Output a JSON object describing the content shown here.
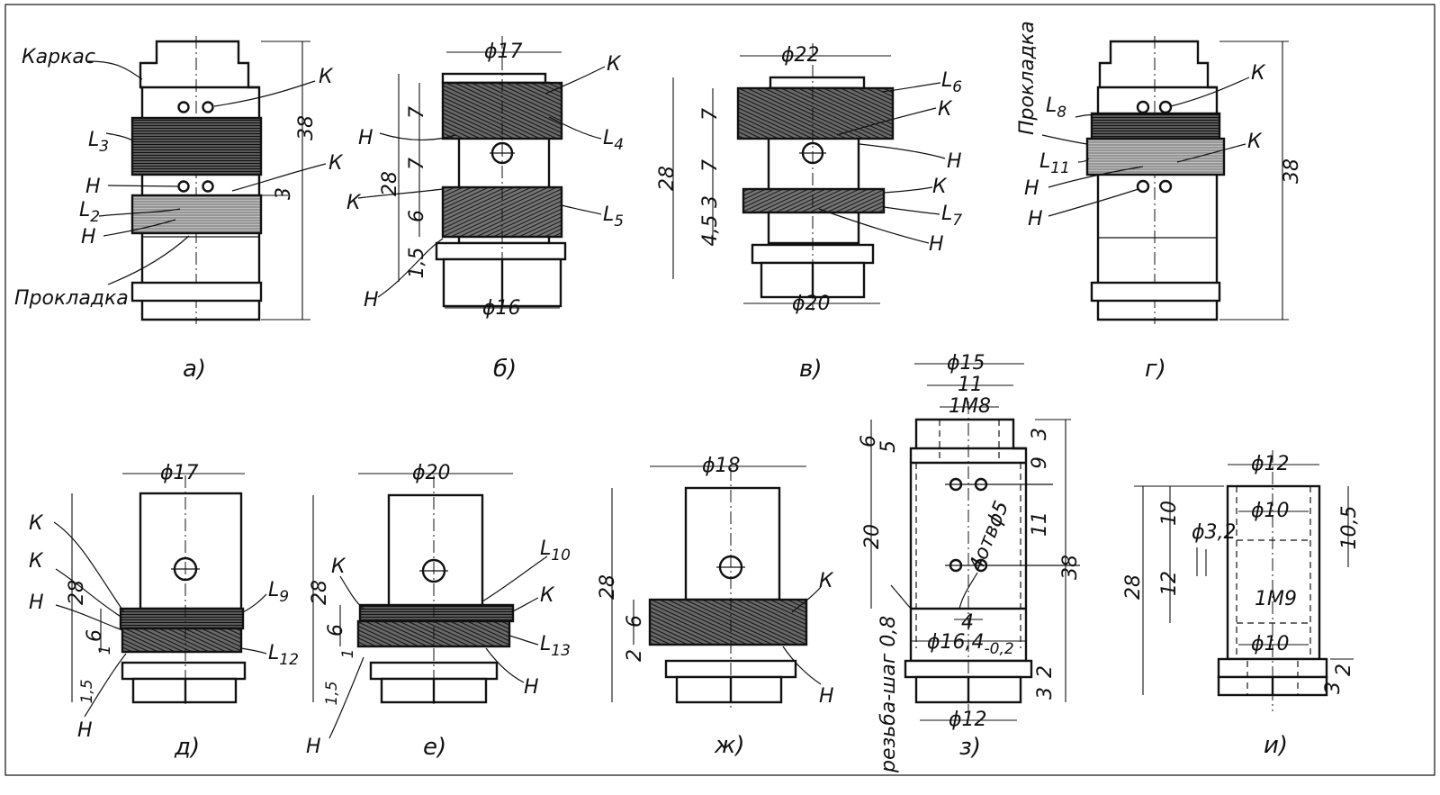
{
  "labels": {
    "karkas": "Каркас",
    "prokladka": "Прокладка",
    "K": "К",
    "H": "Н"
  },
  "captions": {
    "a": "а)",
    "b": "б)",
    "v": "в)",
    "g": "г)",
    "d": "д)",
    "e": "е)",
    "zh": "ж)",
    "z": "з)",
    "i": "и)"
  },
  "coils": {
    "L2": "L",
    "L2_sub": "2",
    "L3": "L",
    "L3_sub": "3",
    "L4": "L",
    "L4_sub": "4",
    "L5": "L",
    "L5_sub": "5",
    "L6": "L",
    "L6_sub": "6",
    "L7": "L",
    "L7_sub": "7",
    "L8": "L",
    "L8_sub": "8",
    "L9": "L",
    "L9_sub": "9",
    "L10": "L",
    "L10_sub": "10",
    "L11": "L",
    "L11_sub": "11",
    "L12": "L",
    "L12_sub": "12",
    "L13": "L",
    "L13_sub": "13"
  },
  "dims": {
    "a": {
      "h38": "38",
      "gap3": "3"
    },
    "b": {
      "d17": "ϕ17",
      "d16": "ϕ16",
      "h28": "28",
      "h7a": "7",
      "h7b": "7",
      "h6": "6",
      "h15": "1,5"
    },
    "v": {
      "d22": "ϕ22",
      "d20": "ϕ20",
      "h28": "28",
      "h7a": "7",
      "h7b": "7",
      "h3": "3",
      "h45": "4,5"
    },
    "g": {
      "h38": "38"
    },
    "d": {
      "d17": "ϕ17",
      "h28": "28",
      "h6": "6",
      "h1": "1",
      "h15": "1,5"
    },
    "e": {
      "d20": "ϕ20",
      "h28": "28",
      "h6": "6",
      "h1": "1",
      "h15": "1,5"
    },
    "zh": {
      "d18": "ϕ18",
      "h28": "28",
      "h6": "6",
      "h2": "2"
    },
    "z": {
      "d15": "ϕ15",
      "w11": "11",
      "m8": "1М8",
      "h6": "6",
      "h5": "5",
      "h3": "3",
      "h9": "9",
      "h20": "20",
      "h11": "11",
      "h38": "38",
      "holes": "4отвϕ5",
      "w4": "4",
      "d164": "ϕ16,4",
      "tol": "-0,2",
      "d12": "ϕ12",
      "h2": "2",
      "h3b": "3",
      "thread": "резьба-шаг 0,8"
    },
    "i": {
      "d12": "ϕ12",
      "d10a": "ϕ10",
      "d32": "ϕ3,2",
      "h10": "10",
      "h12": "12",
      "h105": "10,5",
      "m9": "1М9",
      "d10b": "ϕ10",
      "h28": "28",
      "h2": "2",
      "h3": "3"
    }
  }
}
